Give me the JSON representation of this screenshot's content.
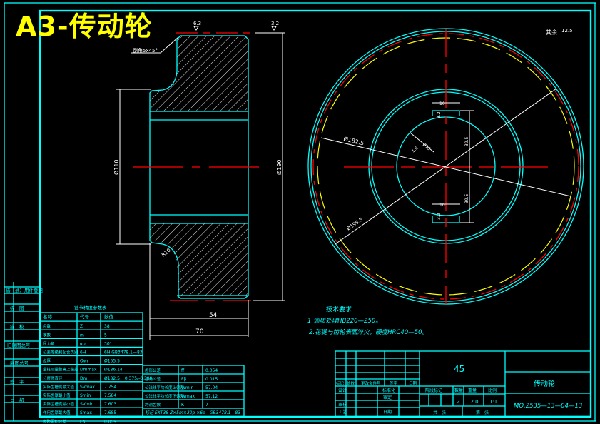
{
  "title_overlay": "A3-传动轮",
  "colors": {
    "outline": "#00ffff",
    "dimension": "#ffffff",
    "centerline": "#ff0000",
    "pitch_circle": "#ffff00",
    "background": "#000000"
  },
  "section_view": {
    "chamfer_note": "倒角5x45°",
    "fillet_note": "R10",
    "surface_roughness_top": "6.3",
    "surface_roughness_right": "3.2",
    "diameter_left": "Ø110",
    "diameter_right": "Ø190",
    "width_inner": "54",
    "width_outer": "70"
  },
  "front_view": {
    "other_roughness_label": "其余",
    "other_roughness_value": "12.5",
    "pitch_diameter": "Ø182.5",
    "root_diameter": "Ø195.5",
    "keyway_width_top": "10",
    "keyway_width_bottom": "10",
    "keyway_depth_top": "39.5",
    "keyway_depth_bottom": "39.5",
    "key_roughness": "3.2",
    "bore_diameter": "Ø75",
    "bore_roughness": "1.6"
  },
  "tech_requirements": {
    "heading": "技术要求",
    "items": [
      "1.调质处理HB220—250。",
      "2.花键与齿轮表面淬火，硬度HRC40—50。"
    ]
  },
  "left_strip": {
    "items": [
      "借（通）用件登记",
      "描　图",
      "描　校",
      "旧底图总号",
      "底图总号",
      "签　字",
      "日　期"
    ]
  },
  "gear_table": {
    "title": "链节精度参数表",
    "headers": [
      "名称",
      "代号",
      "数值"
    ],
    "rows": [
      [
        "齿数",
        "Z",
        "38"
      ],
      [
        "模数",
        "m",
        "5"
      ],
      [
        "压力角",
        "αo",
        "30°"
      ],
      [
        "公差等级和配合类别",
        "6H",
        "6H GB3478.1—83"
      ],
      [
        "齿厚",
        "Owr",
        "Ø155.5"
      ],
      [
        "量柱测量距离上偏差",
        "Dmmax",
        "Ø186.14"
      ],
      [
        "分度圆直径",
        "Dm",
        "Ø182.5 +0.375/-0.380"
      ],
      [
        "实际齿槽宽最大值",
        "SVmax",
        "7.754"
      ],
      [
        "实际齿厚最小值",
        "Smin",
        "7.584"
      ],
      [
        "实际齿槽宽最小值",
        "SVmin",
        "7.603"
      ],
      [
        "作用齿厚最大值",
        "Smax",
        "7.685"
      ],
      [
        "齿距累积公差",
        "Fp",
        "0.059"
      ]
    ],
    "right_rows": [
      [
        "齿形公差",
        "ff",
        "0.054"
      ],
      [
        "齿向公差",
        "Fβ",
        "0.015"
      ],
      [
        "公法线平均长度上偏差",
        "Wmin",
        "57.04"
      ],
      [
        "公法线平均长度下偏差",
        "Wmax",
        "57.12"
      ],
      [
        "跨测齿数",
        "K",
        "7"
      ]
    ],
    "note": "标记  EXT38 Z×5m×30p ×6e—GB3478.1—83"
  },
  "title_block": {
    "material": "45",
    "part_name": "传动轮",
    "drawing_no": "MQ.2535—13—04—13",
    "rev_headers": [
      "标记",
      "处数",
      "更改文件号",
      "签字",
      "日期"
    ],
    "left_labels": [
      "设计",
      "审核",
      "工艺"
    ],
    "mid_labels": [
      "标准化",
      "审定",
      "日期"
    ],
    "stage_label": "阶段标记",
    "weight_label": "重量",
    "scale_label": "比例",
    "quantity_value": "2",
    "weight_value": "12.0",
    "scale_value": "1:1",
    "sheet_total_label": "共　张",
    "sheet_label": "第　张",
    "quantity_label": "数量"
  }
}
